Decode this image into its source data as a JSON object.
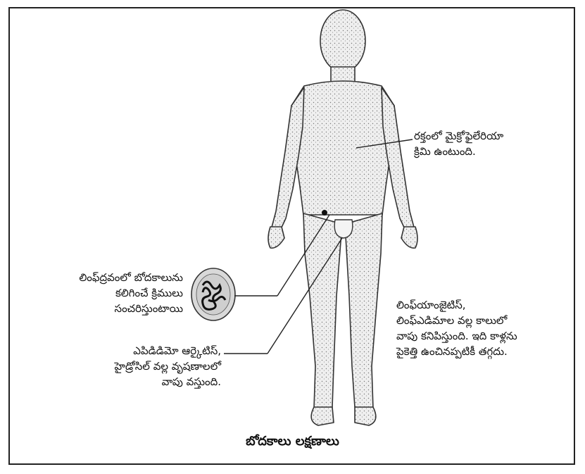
{
  "labels": {
    "blood": "రక్తంలో మైక్రోఫైలేరియా\nక్రిమి ఉంటుంది.",
    "lymph_fluid": "లింఫ్‌ద్రవంలో బోదకాలును\nకలిగించే క్రిములు\nసంచరిస్తుంటాయి",
    "lymphangitis": "లింఫ్‌యాంజైటిస్,\nలింఫ్‌ఎడిమాల వల్ల కాలులో\nవాపు కనిపిస్తుంది. ఇది కాళ్లను\nపైకెత్తి ఉంచినప్పటికీ తగ్గదు.",
    "epididymo": "ఎపిడిడిమో ఆర్కైటిస్,\nహైడ్రోసిల్ వల్ల వృషణాలలో\nవాపు వస్తుంది."
  },
  "caption": "బోదకాలు లక్షణాలు",
  "colors": {
    "border": "#222222",
    "figure_fill": "#e6e6e6",
    "outline": "#333333"
  },
  "figure": {
    "subject": "human-body-outline",
    "inset": "microfilaria-worm-cluster"
  }
}
